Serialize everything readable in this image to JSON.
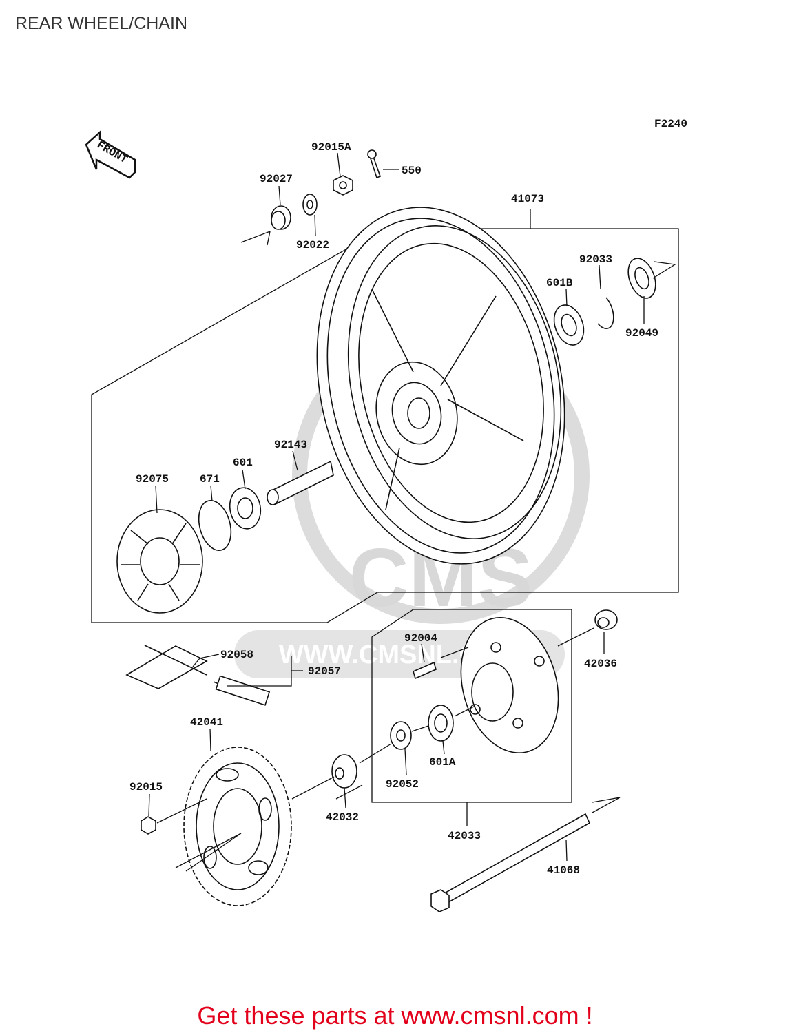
{
  "page": {
    "title": "REAR WHEEL/CHAIN",
    "figure_code": "F2240",
    "front_arrow_label": "FRONT",
    "cta": "Get these parts at www.cmsnl.com !"
  },
  "watermark": {
    "logo_text": "CMS",
    "url_text": "WWW.CMSNL.COM"
  },
  "parts": [
    {
      "id": "p92015A",
      "label": "92015A"
    },
    {
      "id": "p550",
      "label": "550"
    },
    {
      "id": "p92027",
      "label": "92027"
    },
    {
      "id": "p92022",
      "label": "92022"
    },
    {
      "id": "p41073",
      "label": "41073"
    },
    {
      "id": "p92033",
      "label": "92033"
    },
    {
      "id": "p601B",
      "label": "601B"
    },
    {
      "id": "p92049",
      "label": "92049"
    },
    {
      "id": "p92143",
      "label": "92143"
    },
    {
      "id": "p601",
      "label": "601"
    },
    {
      "id": "p671",
      "label": "671"
    },
    {
      "id": "p92075",
      "label": "92075"
    },
    {
      "id": "p92004",
      "label": "92004"
    },
    {
      "id": "p42036",
      "label": "42036"
    },
    {
      "id": "p92058",
      "label": "92058"
    },
    {
      "id": "p92057",
      "label": "92057"
    },
    {
      "id": "p42041",
      "label": "42041"
    },
    {
      "id": "p92015",
      "label": "92015"
    },
    {
      "id": "p42032",
      "label": "42032"
    },
    {
      "id": "p92052",
      "label": "92052"
    },
    {
      "id": "p601A",
      "label": "601A"
    },
    {
      "id": "p42033",
      "label": "42033"
    },
    {
      "id": "p41068",
      "label": "41068"
    }
  ]
}
